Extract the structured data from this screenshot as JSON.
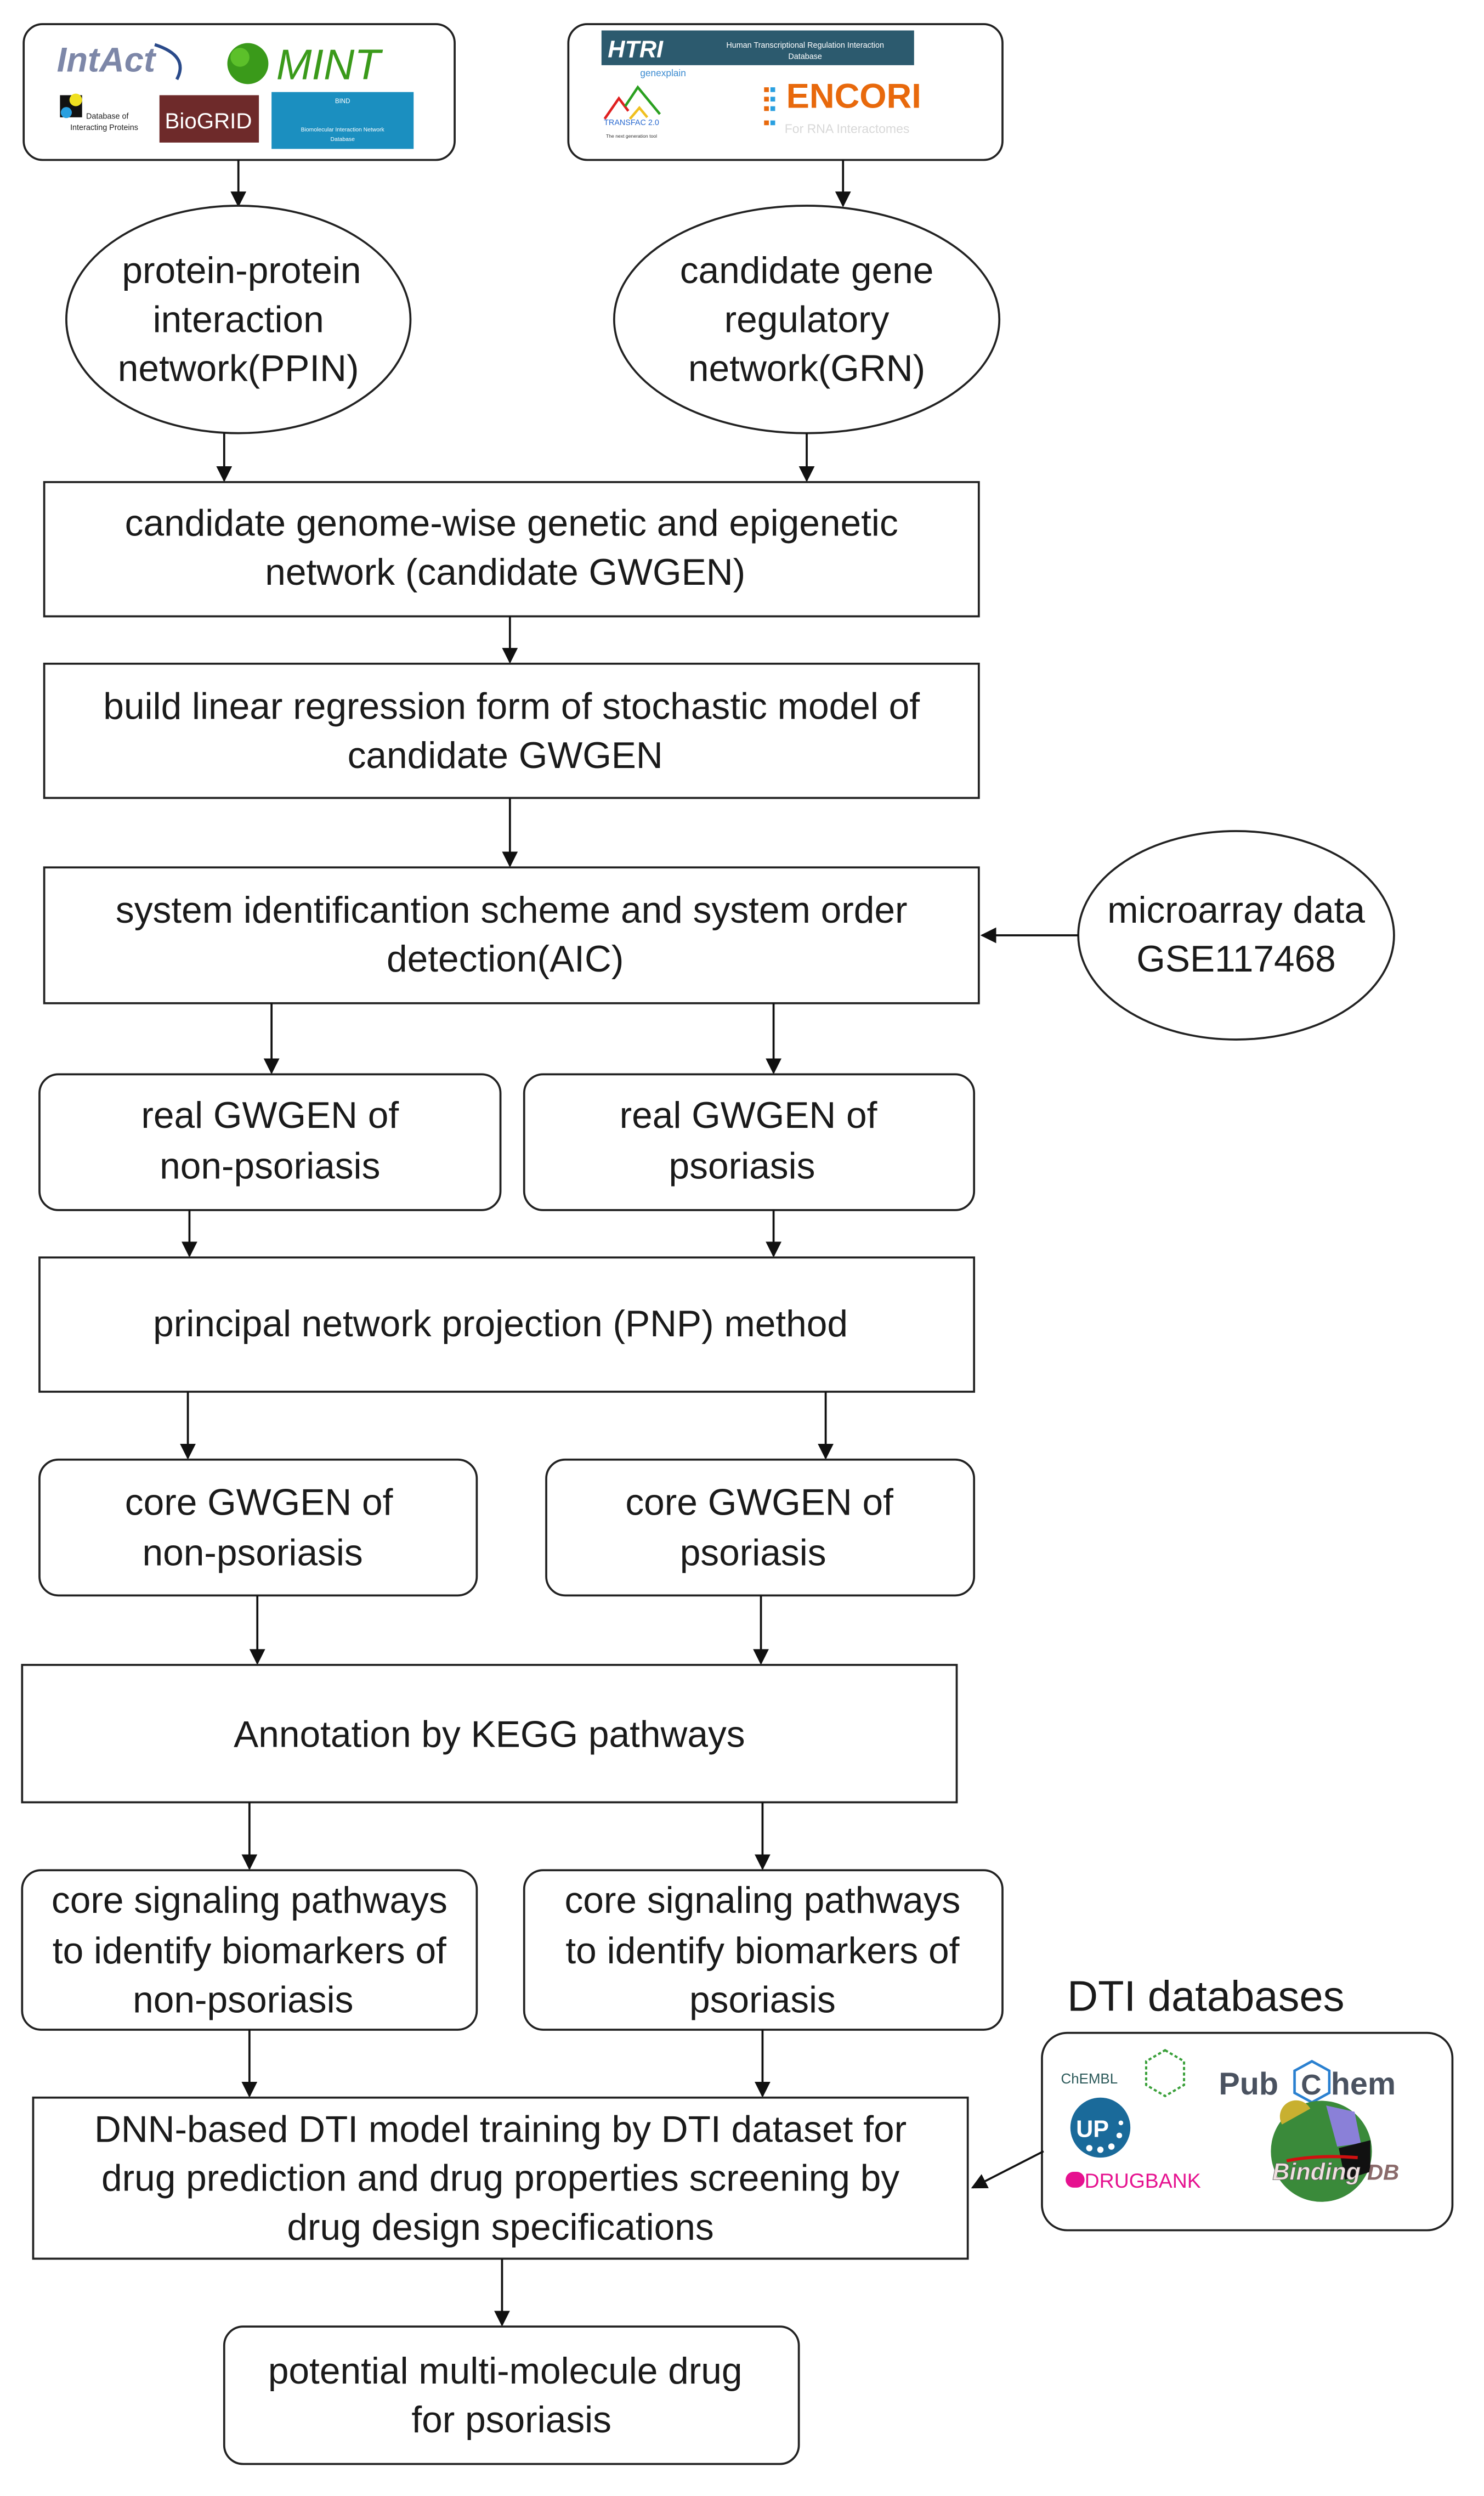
{
  "logos_ppi": [
    "IntAct",
    "MINT",
    "Database of Interacting Proteins",
    "BioGRID",
    "Biomolecular Interaction Network Database"
  ],
  "logos_grn": [
    "HTRI",
    "Human Transcriptional Regulation Interaction Database",
    "genexplain",
    "TRANSFAC 2.0",
    "ENCORI",
    "For RNA Interactomes"
  ],
  "nodes": {
    "ppin": [
      "protein-protein",
      "interaction",
      "network(PPIN)"
    ],
    "grn": [
      "candidate gene",
      "regulatory",
      "network(GRN)"
    ],
    "gwgen": [
      "candidate genome-wise genetic and epigenetic",
      "network (candidate GWGEN)"
    ],
    "regression": [
      "build linear regression form of stochastic model of",
      "candidate GWGEN"
    ],
    "sysid": [
      "system identificantion scheme and system order",
      "detection(AIC)"
    ],
    "microarray": [
      "microarray data",
      "GSE117468"
    ],
    "real_non": [
      "real GWGEN of",
      "non-psoriasis"
    ],
    "real_pso": [
      "real GWGEN of",
      "psoriasis"
    ],
    "pnp": [
      "principal network projection (PNP) method"
    ],
    "core_non": [
      "core GWGEN of",
      "non-psoriasis"
    ],
    "core_pso": [
      "core GWGEN of",
      "psoriasis"
    ],
    "kegg": [
      "Annotation by KEGG pathways"
    ],
    "sig_non": [
      "core signaling pathways",
      "to identify biomarkers of",
      "non-psoriasis"
    ],
    "sig_pso": [
      "core signaling pathways",
      "to identify biomarkers of",
      "psoriasis"
    ],
    "dnn": [
      "DNN-based DTI model training by DTI dataset for",
      "drug prediction and drug properties screening by",
      "drug design specifications"
    ],
    "final": [
      "potential multi-molecule drug",
      "for psoriasis"
    ]
  },
  "dti": {
    "label": "DTI databases",
    "logos": [
      "ChEMBL",
      "PubChem",
      "UP",
      "DRUGBANK",
      "BindingDB"
    ]
  },
  "colors": {
    "mint": "#3a9a1a",
    "encori": "#e8690c",
    "biogrid": "#6e2a2a",
    "bind": "#1b8fc0",
    "drugbank": "#e6118f",
    "pubchem": "#4a5260",
    "intact": "#7d87a8"
  }
}
